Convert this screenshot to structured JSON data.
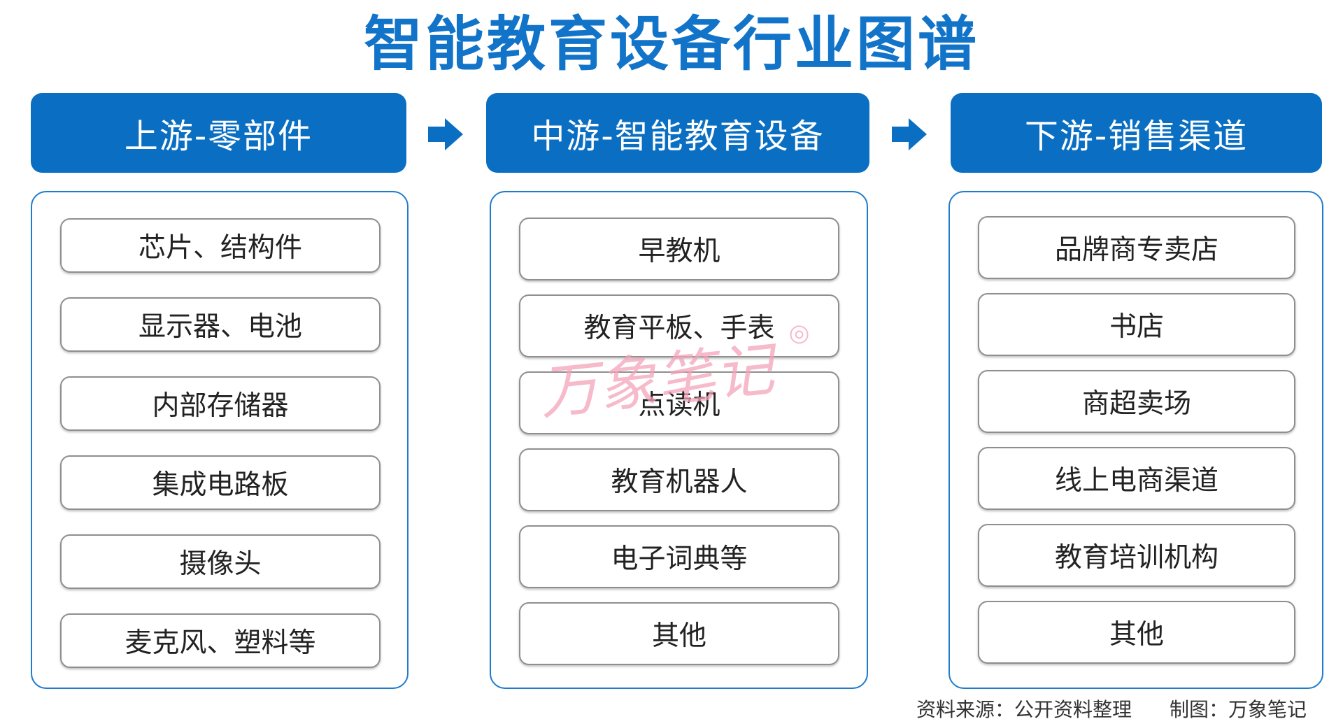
{
  "title": "智能教育设备行业图谱",
  "columns": [
    {
      "header": "上游-零部件",
      "items": [
        "芯片、结构件",
        "显示器、电池",
        "内部存储器",
        "集成电路板",
        "摄像头",
        "麦克风、塑料等"
      ]
    },
    {
      "header": "中游-智能教育设备",
      "items": [
        "早教机",
        "教育平板、手表",
        "点读机",
        "教育机器人",
        "电子词典等",
        "其他"
      ]
    },
    {
      "header": "下游-销售渠道",
      "items": [
        "品牌商专卖店",
        "书店",
        "商超卖场",
        "线上电商渠道",
        "教育培训机构",
        "其他"
      ]
    }
  ],
  "watermark": "万象笔记",
  "footer": {
    "source": "资料来源：公开资料整理",
    "credit": "制图：万象笔记"
  },
  "colors": {
    "accent": "#0a6fc2",
    "title": "#1274c8",
    "panel_border": "#1f7ccd",
    "watermark": "#f4a3b9"
  }
}
